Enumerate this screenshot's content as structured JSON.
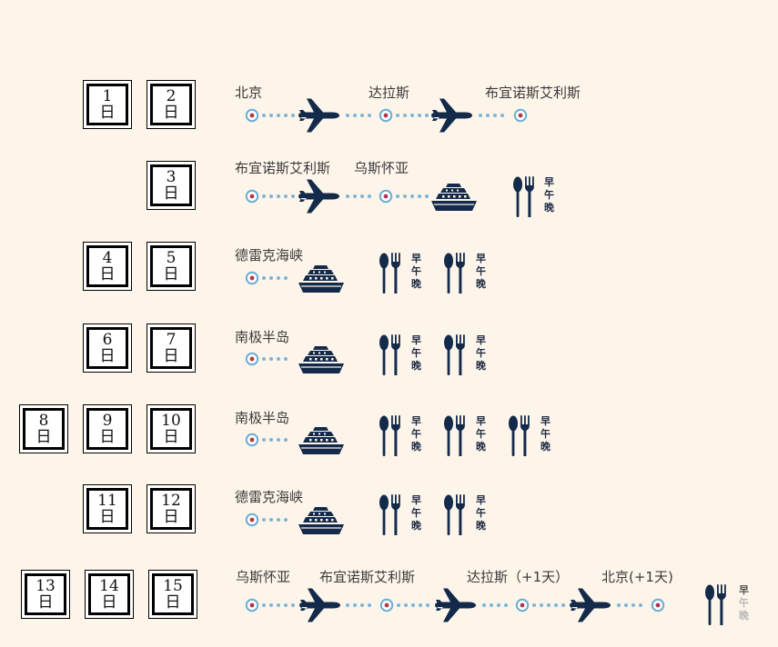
{
  "days": [
    {
      "id": "d1",
      "num": "1",
      "unit": "日"
    },
    {
      "id": "d2",
      "num": "2",
      "unit": "日"
    },
    {
      "id": "d3",
      "num": "3",
      "unit": "日"
    },
    {
      "id": "d4",
      "num": "4",
      "unit": "日"
    },
    {
      "id": "d5",
      "num": "5",
      "unit": "日"
    },
    {
      "id": "d6",
      "num": "6",
      "unit": "日"
    },
    {
      "id": "d7",
      "num": "7",
      "unit": "日"
    },
    {
      "id": "d8",
      "num": "8",
      "unit": "日"
    },
    {
      "id": "d9",
      "num": "9",
      "unit": "日"
    },
    {
      "id": "d10",
      "num": "10",
      "unit": "日"
    },
    {
      "id": "d11",
      "num": "11",
      "unit": "日"
    },
    {
      "id": "d12",
      "num": "12",
      "unit": "日"
    },
    {
      "id": "d13",
      "num": "13",
      "unit": "日"
    },
    {
      "id": "d14",
      "num": "14",
      "unit": "日"
    },
    {
      "id": "d15",
      "num": "15",
      "unit": "日"
    }
  ],
  "places": {
    "r1_a": "北京",
    "r1_b": "达拉斯",
    "r1_c": "布宜诺斯艾利斯",
    "r2_a": "布宜诺斯艾利斯",
    "r2_b": "乌斯怀亚",
    "r3_a": "德雷克海峡",
    "r4_a": "南极半岛",
    "r5_a": "南极半岛",
    "r6_a": "德雷克海峡",
    "r7_a": "乌斯怀亚",
    "r7_b": "布宜诺斯艾利斯",
    "r7_c": "达拉斯（+1天）",
    "r7_d": "北京(+1天)"
  },
  "meal": {
    "breakfast": "早",
    "lunch": "午",
    "dinner": "晚"
  },
  "colors": {
    "navy": "#142a4a",
    "dot": "#7fb4d6",
    "node_ring": "#6aaed8",
    "node_center": "#b3374a",
    "background": "#fdf5ea"
  }
}
